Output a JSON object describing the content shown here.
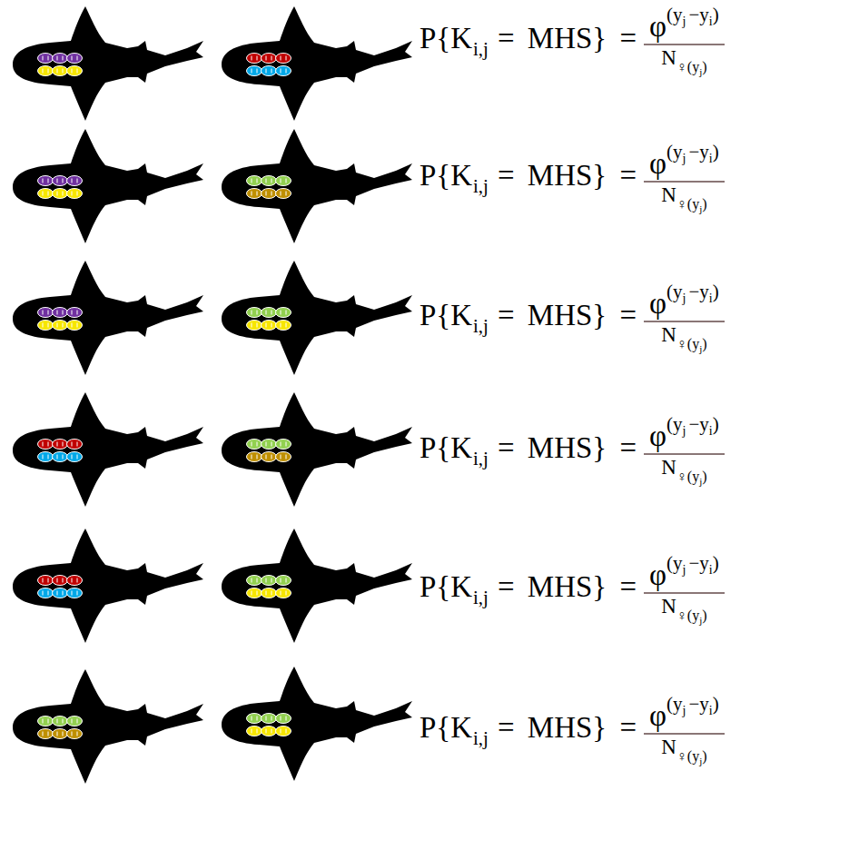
{
  "diagram": {
    "labels": [
      "P{K",
      "i,j",
      "= MHS} =",
      "φ",
      "(y",
      "j",
      "−y",
      "i",
      ")",
      "N",
      "♀",
      "(y",
      "j",
      ")",
      "P{K",
      "i,j",
      "= MHS} =",
      "φ",
      "(y",
      "j",
      "−y",
      "i",
      ")",
      "N",
      "♀",
      "(y",
      "j",
      ")",
      "P{K",
      "i,j",
      "= MHS} =",
      "φ",
      "(y",
      "j",
      "−y",
      "i",
      ")",
      "N",
      "♀",
      "(y",
      "j",
      ")",
      "P{K",
      "i,j",
      "= MHS} =",
      "φ",
      "(y",
      "j",
      "−y",
      "i",
      ")",
      "N",
      "♀",
      "(y",
      "j",
      ")",
      "P{K",
      "i,j",
      "= MHS} =",
      "φ",
      "(y",
      "j",
      "−y",
      "i",
      ")",
      "N",
      "♀",
      "(y",
      "j",
      ")",
      "P{K",
      "i,j",
      "= MHS} =",
      "φ",
      "(y",
      "j",
      "−y",
      "i",
      ")",
      "N",
      "♀",
      "(y",
      "j",
      ")"
    ]
  }
}
